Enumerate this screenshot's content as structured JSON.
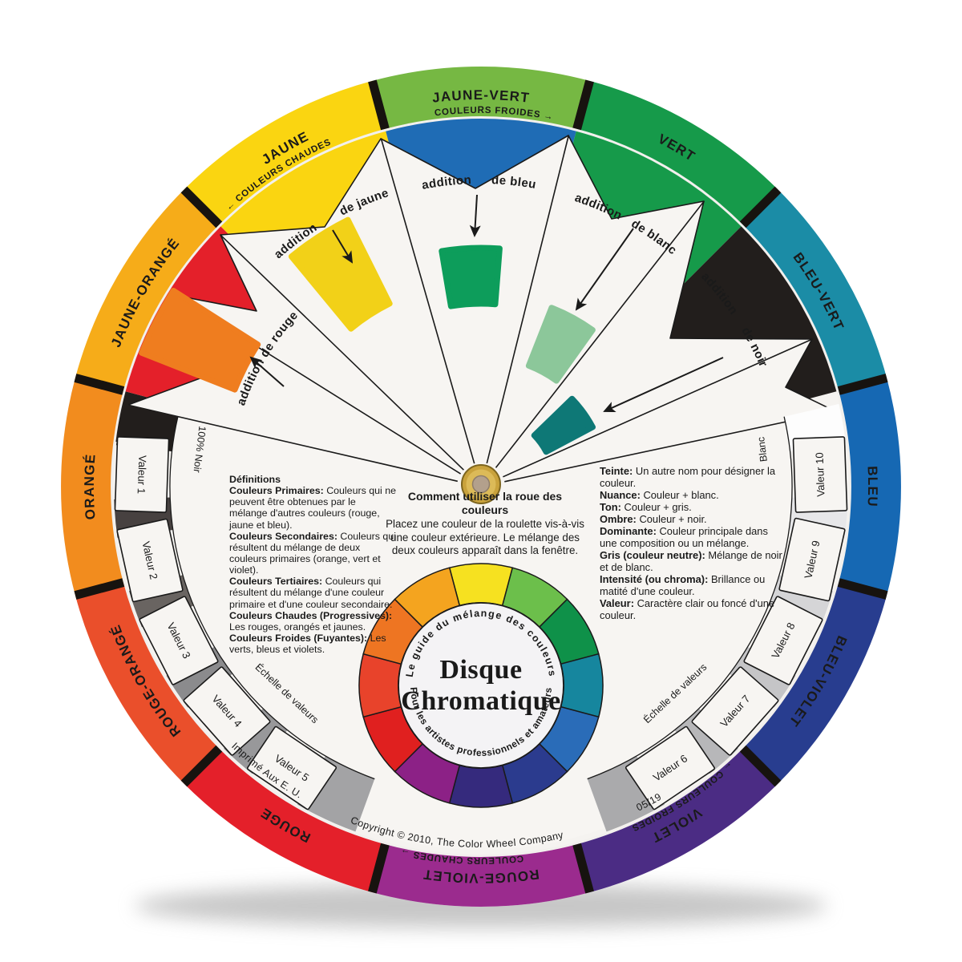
{
  "outer_ring": {
    "segments": [
      {
        "name": "jaune-vert",
        "label": "JAUNE-VERT",
        "color": "#76b843",
        "text_color": "#1b1b1b"
      },
      {
        "name": "vert",
        "label": "VERT",
        "color": "#169a4a",
        "text_color": "#1b1b1b"
      },
      {
        "name": "bleu-vert",
        "label": "BLEU-VERT",
        "color": "#1b8ca6",
        "text_color": "#ffffff"
      },
      {
        "name": "bleu",
        "label": "BLEU",
        "color": "#1668b3",
        "text_color": "#ffffff"
      },
      {
        "name": "bleu-violet",
        "label": "BLEU-VIOLET",
        "color": "#283d8f",
        "text_color": "#ffffff"
      },
      {
        "name": "violet",
        "label": "VIOLET",
        "color": "#4b2c84",
        "text_color": "#ffffff"
      },
      {
        "name": "rouge-violet",
        "label": "ROUGE-VIOLET",
        "color": "#9b2b8e",
        "text_color": "#ffffff"
      },
      {
        "name": "rouge",
        "label": "ROUGE",
        "color": "#e4202a",
        "text_color": "#ffffff"
      },
      {
        "name": "rouge-orange",
        "label": "ROUGE-ORANGÉ",
        "color": "#ea4f2b",
        "text_color": "#ffffff"
      },
      {
        "name": "orange",
        "label": "ORANGÉ",
        "color": "#f28c1e",
        "text_color": "#1b1b1b"
      },
      {
        "name": "jaune-orange",
        "label": "JAUNE-ORANGÉ",
        "color": "#f6ac19",
        "text_color": "#1b1b1b"
      },
      {
        "name": "jaune",
        "label": "JAUNE",
        "color": "#fad511",
        "text_color": "#1b1b1b"
      }
    ],
    "direction_labels": {
      "warm_top": "← COULEURS CHAUDES",
      "cool_top": "COULEURS FROIDES →",
      "cool_bottom": "← COULEURS FROIDES",
      "warm_bottom": "COULEURS CHAUDES →"
    }
  },
  "middle_disc": {
    "noir": "#221e1c",
    "rouge": "#e4202a",
    "jaune": "#fad511",
    "bleu": "#1f6cb5",
    "vert": "#169a4a"
  },
  "windows": {
    "items": [
      {
        "name": "fenetre-jaune",
        "word1": "addition",
        "word2": "de jaune",
        "color": "#f2d118"
      },
      {
        "name": "fenetre-bleu",
        "word1": "addition",
        "word2": "de bleu",
        "color": "#0d9d5b"
      },
      {
        "name": "fenetre-blanc",
        "word1": "addition",
        "word2": "de blanc",
        "color": "#8cc79a"
      },
      {
        "name": "fenetre-noir",
        "word1": "addition",
        "word2": "de noir",
        "color": "#0e7876"
      },
      {
        "name": "fenetre-rouge",
        "word1": "addition",
        "word2": "de rouge",
        "color": "#ef7d1f"
      }
    ]
  },
  "value_scale": {
    "labels": [
      "Valeur 1",
      "Valeur 2",
      "Valeur 3",
      "Valeur 4",
      "Valeur 5",
      "Valeur 6",
      "Valeur 7",
      "Valeur 8",
      "Valeur 9",
      "Valeur 10"
    ],
    "noir_label": "100% Noir",
    "blanc_label": "Blanc",
    "scale_label": "Échelle de valeurs",
    "left_patches": [
      "#221e1c",
      "#474140",
      "#696461",
      "#8b8b8d",
      "#98989a",
      "#a3a3a5"
    ],
    "right_patches": [
      "#fdfdfd",
      "#e7e7e9",
      "#d5d5d7",
      "#c5c5c7",
      "#b7b7b9",
      "#aaaaac"
    ]
  },
  "center_text": {
    "usage": {
      "title": "Comment utiliser la roue des couleurs",
      "body": "Placez une couleur de la roulette vis-à-vis une couleur extérieure.  Le mélange des deux couleurs apparaît dans la fenêtre."
    },
    "definitions": {
      "title": "Définitions",
      "items": [
        {
          "term": "Couleurs Primaires:",
          "text": "Couleurs qui ne peuvent être obtenues par le mélange d'autres couleurs (rouge, jaune et bleu)."
        },
        {
          "term": "Couleurs Secondaires:",
          "text": "Couleurs qui résultent du mélange de deux couleurs primaires (orange, vert et violet)."
        },
        {
          "term": "Couleurs Tertiaires:",
          "text": "Couleurs qui résultent du mélange d'une couleur primaire et d'une couleur secondaire."
        },
        {
          "term": "Couleurs Chaudes (Progressives):",
          "text": "Les rouges, orangés et jaunes."
        },
        {
          "term": "Couleurs Froides (Fuyantes):",
          "text": "Les verts, bleus et violets."
        }
      ]
    },
    "terms": {
      "items": [
        {
          "term": "Teinte:",
          "text": "Un autre nom pour désigner la couleur."
        },
        {
          "term": "Nuance:",
          "text": "Couleur + blanc."
        },
        {
          "term": "Ton:",
          "text": "Couleur + gris."
        },
        {
          "term": "Ombre:",
          "text": "Couleur + noir."
        },
        {
          "term": "Dominante:",
          "text": "Couleur principale dans une composition ou un mélange."
        },
        {
          "term": "Gris (couleur neutre):",
          "text": "Mélange de noir et de blanc."
        },
        {
          "term": "Intensité (ou chroma):",
          "text": "Brillance ou matité d'une couleur."
        },
        {
          "term": "Valeur:",
          "text": "Caractère clair ou foncé d'une couleur."
        }
      ]
    }
  },
  "mini_wheel": {
    "title_line1": "Disque",
    "title_line2": "Chromatique",
    "arc_top": "Le guide du mélange des couleurs",
    "arc_bottom": "Pour les artistes professionnels et amateurs",
    "colors": [
      "#f6e120",
      "#6cbf4b",
      "#0f9149",
      "#16869e",
      "#2a6cb8",
      "#2b3b8e",
      "#352a7d",
      "#8c2186",
      "#e0201f",
      "#e8432b",
      "#ee7522",
      "#f4a41f"
    ]
  },
  "footer": {
    "printed": "Imprimé Aux E. U.",
    "copyright": "Copyright © 2010, The Color Wheel Company",
    "date_code": "05/19"
  }
}
